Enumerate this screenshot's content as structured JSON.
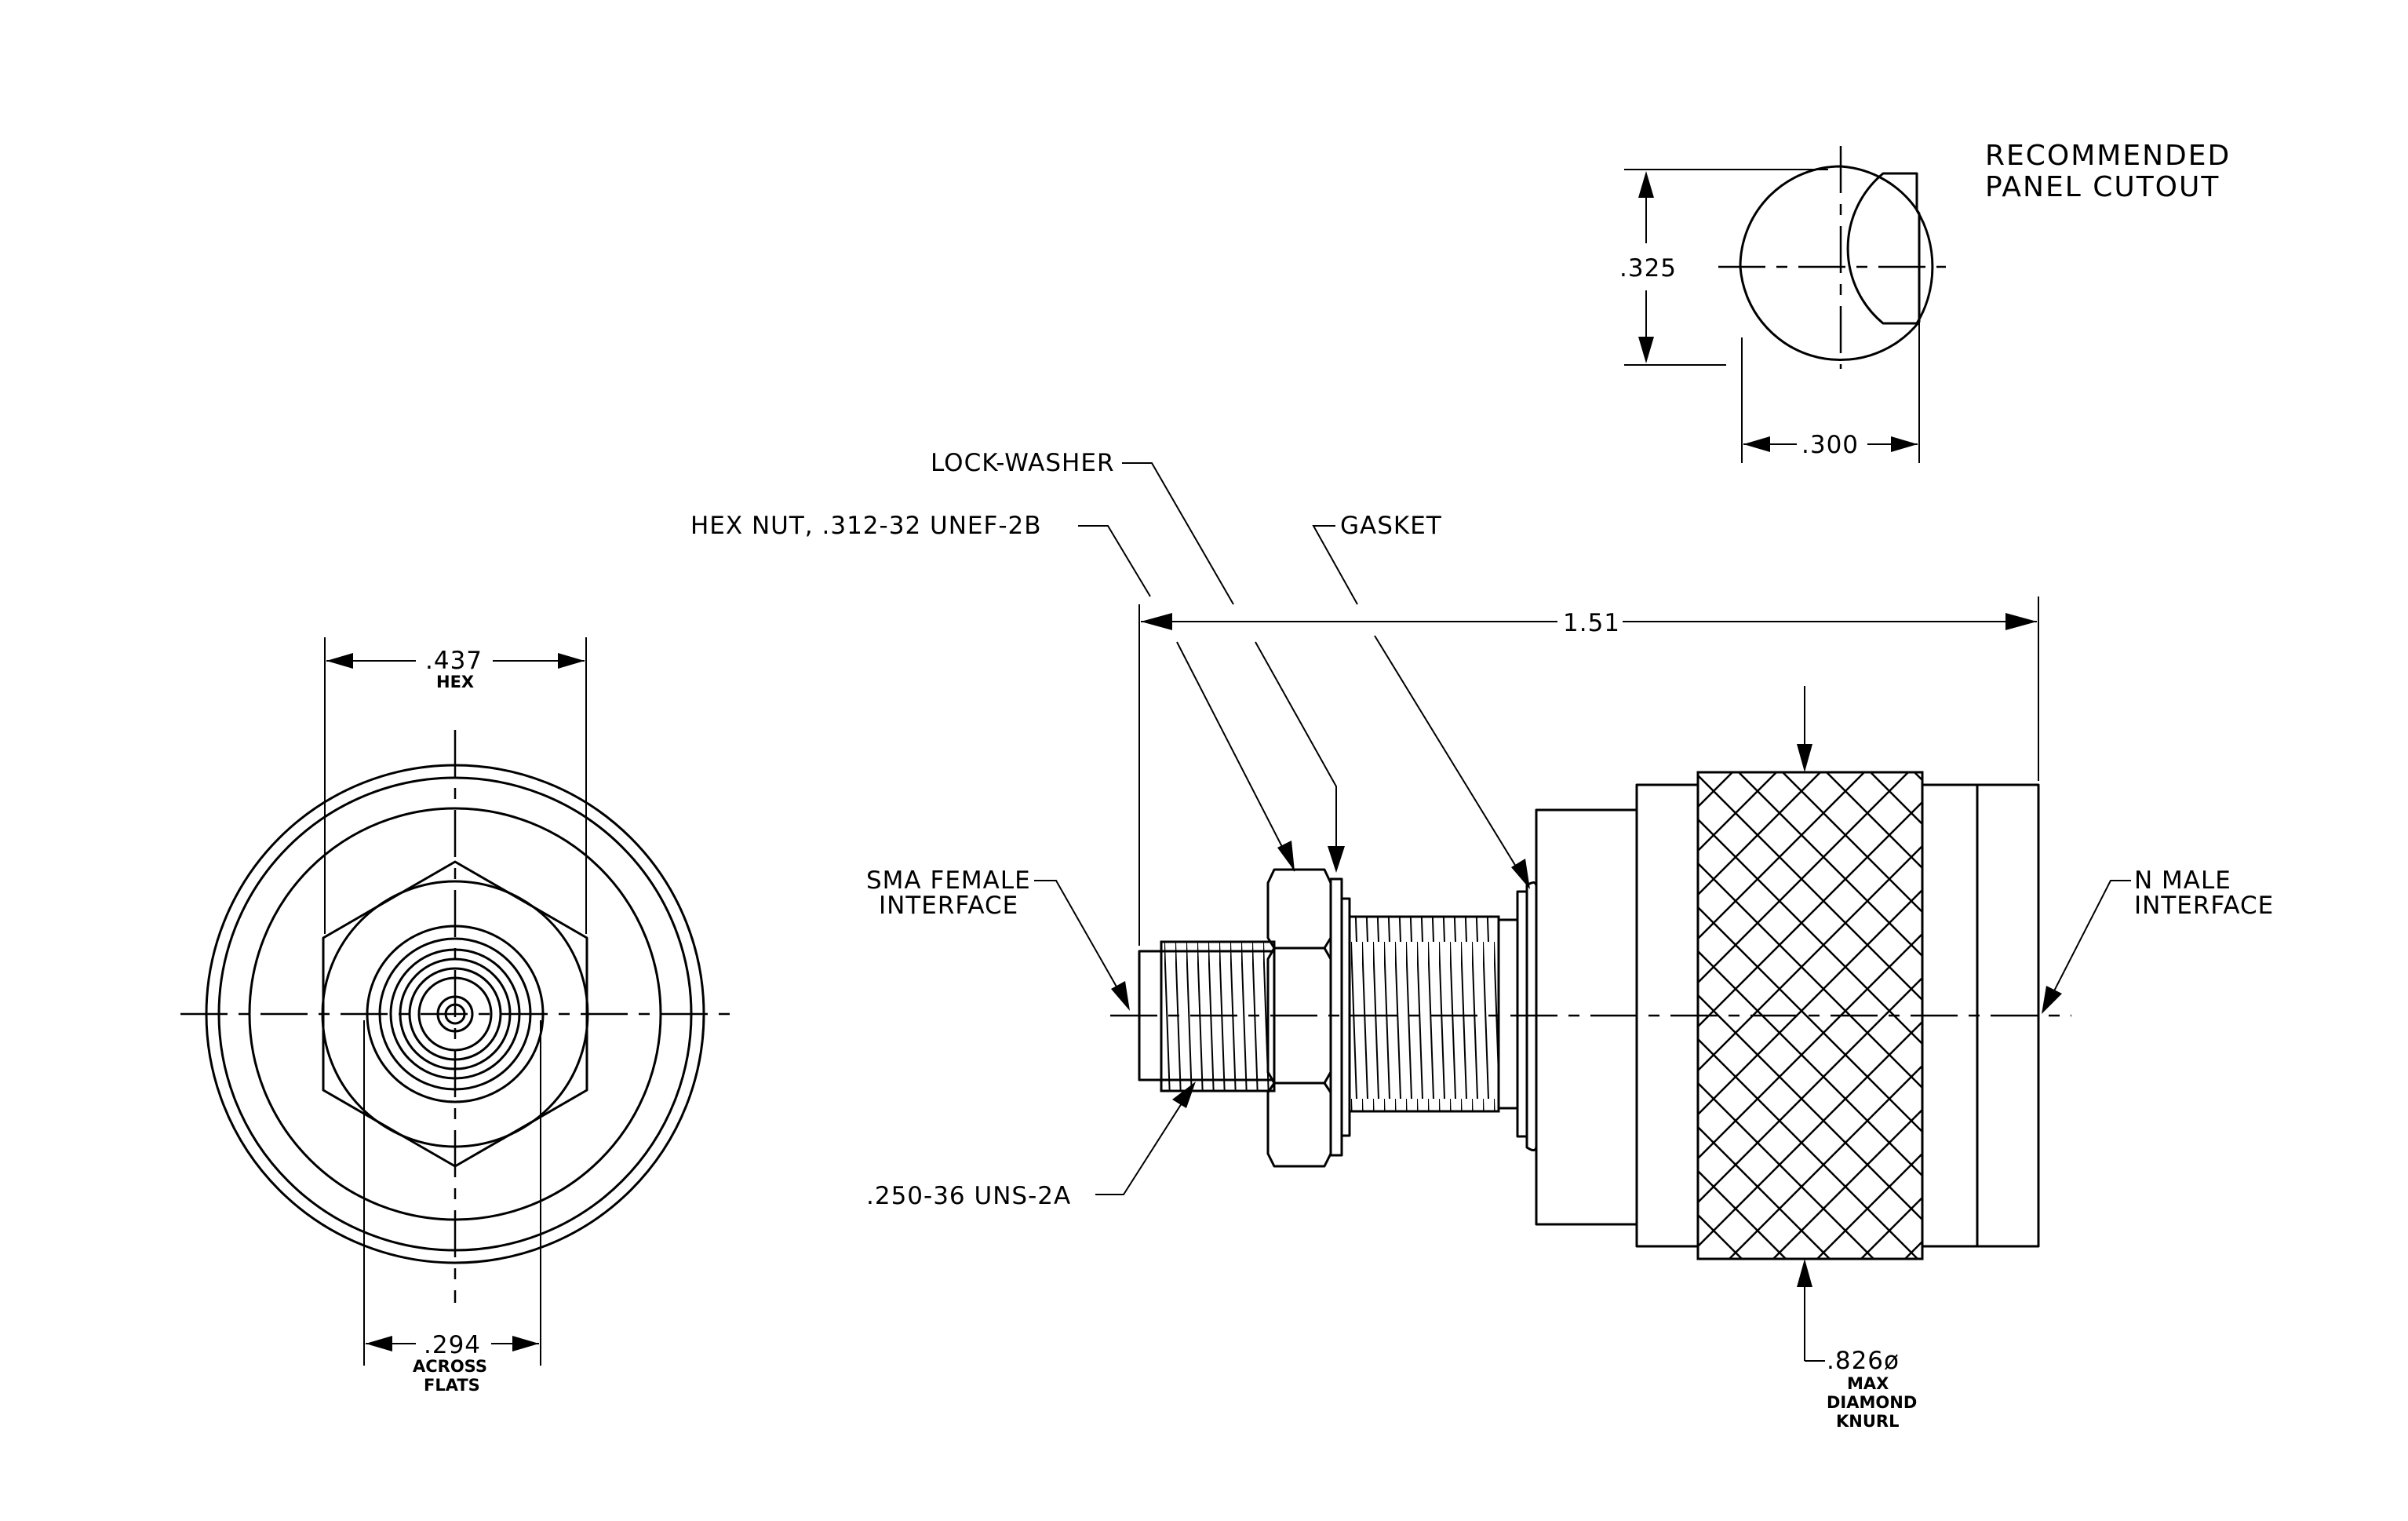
{
  "panel_cutout": {
    "title_line1": "RECOMMENDED",
    "title_line2": "PANEL CUTOUT",
    "height_dim": ".325",
    "width_dim": ".300"
  },
  "end_view": {
    "hex_dim": ".437",
    "hex_label": "HEX",
    "flats_dim": ".294",
    "flats_label1": "ACROSS",
    "flats_label2": "FLATS"
  },
  "side_view": {
    "lock_washer": "LOCK-WASHER",
    "hex_nut": "HEX NUT, .312-32 UNEF-2B",
    "gasket": "GASKET",
    "overall_length": "1.51",
    "sma_line1": "SMA FEMALE",
    "sma_line2": "INTERFACE",
    "thread": ".250-36 UNS-2A",
    "n_line1": "N MALE",
    "n_line2": "INTERFACE",
    "knurl_dim": ".826ø",
    "knurl_line1": "MAX",
    "knurl_line2": "DIAMOND",
    "knurl_line3": "KNURL"
  }
}
